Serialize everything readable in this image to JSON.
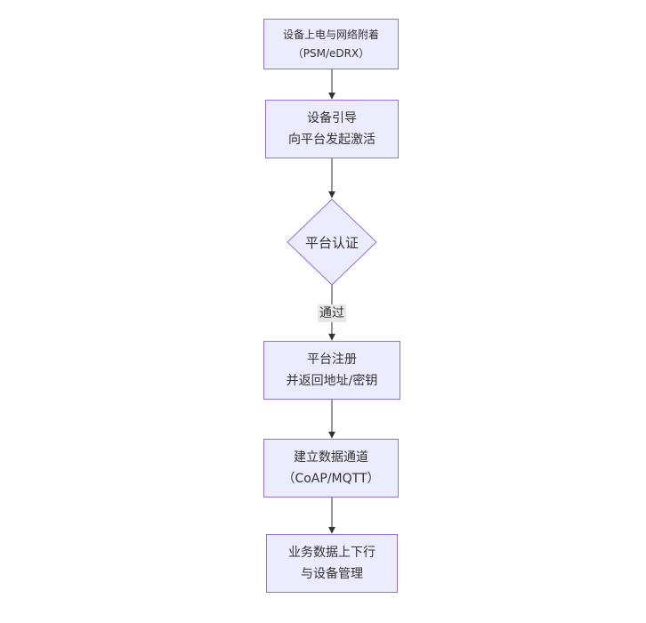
{
  "diagram": {
    "type": "flowchart",
    "direction": "top-down",
    "colors": {
      "node_fill": "#ECECFF",
      "node_border": "#9370DB",
      "edge_color": "#333333",
      "edge_label_bg": "#e8e8e8",
      "text_color": "#333333",
      "background": "#ffffff"
    },
    "nodes": [
      {
        "id": "power-attach",
        "shape": "rect",
        "lines": [
          "设备上电与网络附着",
          "（PSM/eDRX）"
        ]
      },
      {
        "id": "bootstrap",
        "shape": "rect",
        "lines": [
          "设备引导",
          "向平台发起激活"
        ]
      },
      {
        "id": "platform-auth",
        "shape": "diamond",
        "label": "平台认证"
      },
      {
        "id": "register",
        "shape": "rect",
        "lines": [
          "平台注册",
          "并返回地址/密钥"
        ]
      },
      {
        "id": "data-channel",
        "shape": "rect",
        "lines": [
          "建立数据通道",
          "（CoAP/MQTT）"
        ]
      },
      {
        "id": "business",
        "shape": "rect",
        "lines": [
          "业务数据上下行",
          "与设备管理"
        ]
      }
    ],
    "edges": [
      {
        "from": "power-attach",
        "to": "bootstrap",
        "label": ""
      },
      {
        "from": "bootstrap",
        "to": "platform-auth",
        "label": ""
      },
      {
        "from": "platform-auth",
        "to": "register",
        "label": "通过"
      },
      {
        "from": "register",
        "to": "data-channel",
        "label": ""
      },
      {
        "from": "data-channel",
        "to": "business",
        "label": ""
      }
    ]
  }
}
